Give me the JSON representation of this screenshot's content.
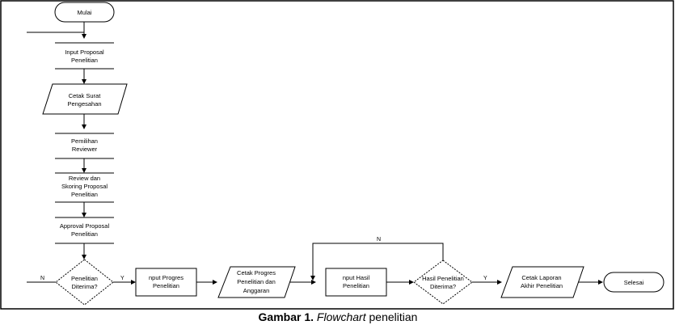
{
  "diagram": {
    "nodes": {
      "start": "Mulai",
      "input_proposal": [
        "Input Proposal",
        "Penelitian"
      ],
      "cetak_surat": [
        "Cetak Surat",
        "Pengesahan"
      ],
      "pemilihan_reviewer": [
        "Pemilihan",
        "Reviewer"
      ],
      "review_skoring": [
        "Review dan",
        "Skoring Proposal",
        "Penelitian"
      ],
      "approval_proposal": [
        "Approval Proposal",
        "Penelitian"
      ],
      "decision_diterima": [
        "Penelitian",
        "Diterima?"
      ],
      "input_progres": [
        "nput Progres",
        "Penelitian"
      ],
      "cetak_progres": [
        "Cetak Progres",
        "Penelitian dan",
        "Anggaran"
      ],
      "input_hasil": [
        "nput Hasil",
        "Penelitian"
      ],
      "decision_hasil": [
        "Hasil Penelitian",
        "Diterima?"
      ],
      "cetak_laporan": [
        "Cetak Laporan",
        "Akhir Penelitian"
      ],
      "end": "Selesai"
    },
    "edge_labels": {
      "decision1_no": "N",
      "decision1_yes": "Y",
      "decision2_no": "N",
      "decision2_yes": "Y"
    }
  },
  "caption": {
    "prefix": "Gambar 1. ",
    "italic": "Flowchart",
    "suffix": " penelitian"
  }
}
